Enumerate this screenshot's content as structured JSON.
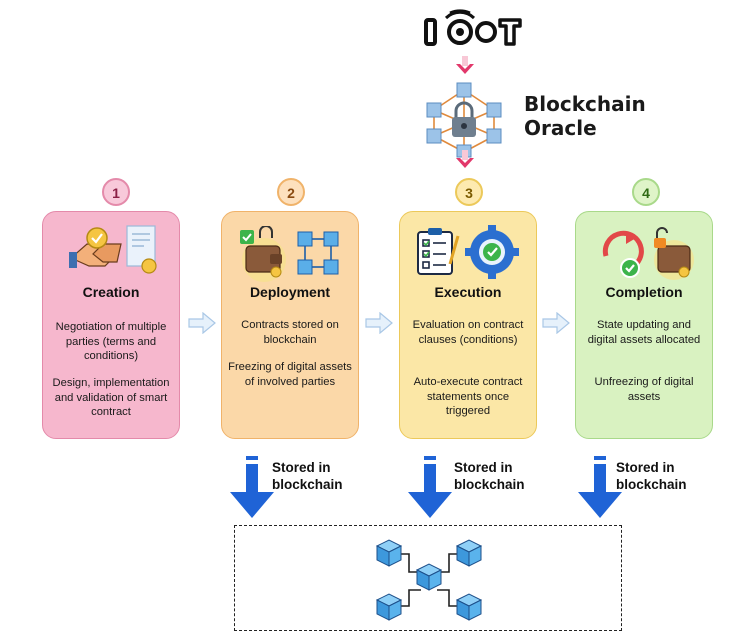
{
  "top": {
    "iot_label": "IOT",
    "oracle_line1": "Blockchain",
    "oracle_line2": "Oracle"
  },
  "steps": [
    {
      "number": "1",
      "title": "Creation",
      "text1": "Negotiation of multiple parties (terms and conditions)",
      "text2": "Design, implementation and validation of smart contract"
    },
    {
      "number": "2",
      "title": "Deployment",
      "text1": "Contracts stored on blockchain",
      "text2": "Freezing of digital assets of involved parties"
    },
    {
      "number": "3",
      "title": "Execution",
      "text1": "Evaluation on contract clauses (conditions)",
      "text2": "Auto-execute contract statements once triggered"
    },
    {
      "number": "4",
      "title": "Completion",
      "text1": "State updating and digital assets allocated",
      "text2": "Unfreezing of digital assets"
    }
  ],
  "storage": {
    "line1": "Stored in",
    "line2": "blockchain"
  },
  "colors": {
    "card1_fill": "#f6b7cd",
    "card1_border": "#e48aaa",
    "card2_fill": "#fbd8a8",
    "card2_border": "#f0b36a",
    "card3_fill": "#fbe7a6",
    "card3_border": "#ecc95a",
    "card4_fill": "#d9f2c1",
    "card4_border": "#a9d98a",
    "arrow_blue": "#1f63d6",
    "pink_arrow": "#e2386b",
    "cube": "#4aa8e8"
  }
}
